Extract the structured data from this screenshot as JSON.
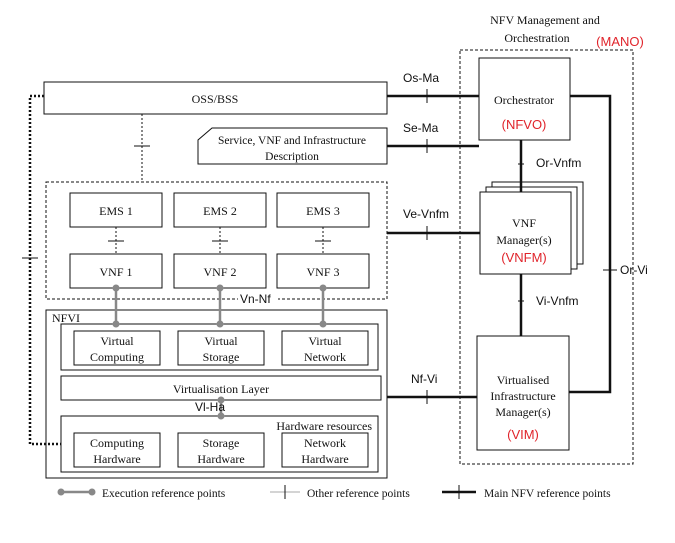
{
  "mano": {
    "title_line1": "NFV Management and",
    "title_line2": "Orchestration",
    "abbr": "(MANO)",
    "nfvo": {
      "label": "Orchestrator",
      "abbr": "(NFVO)"
    },
    "vnfm": {
      "line1": "VNF",
      "line2": "Manager(s)",
      "abbr": "(VNFM)"
    },
    "vim": {
      "line1": "Virtualised",
      "line2": "Infrastructure",
      "line3": "Manager(s)",
      "abbr": "(VIM)"
    }
  },
  "oss_bss": "OSS/BSS",
  "description": {
    "line1": "Service, VNF and Infrastructure",
    "line2": "Description"
  },
  "ems": [
    "EMS 1",
    "EMS 2",
    "EMS 3"
  ],
  "vnf": [
    "VNF 1",
    "VNF 2",
    "VNF 3"
  ],
  "nfvi": {
    "title": "NFVI",
    "virtual": [
      {
        "line1": "Virtual",
        "line2": "Computing"
      },
      {
        "line1": "Virtual",
        "line2": "Storage"
      },
      {
        "line1": "Virtual",
        "line2": "Network"
      }
    ],
    "virtualisation_layer": "Virtualisation Layer",
    "hardware_title": "Hardware resources",
    "hardware": [
      {
        "line1": "Computing",
        "line2": "Hardware"
      },
      {
        "line1": "Storage",
        "line2": "Hardware"
      },
      {
        "line1": "Network",
        "line2": "Hardware"
      }
    ]
  },
  "ref_points": {
    "os_ma": "Os-Ma",
    "se_ma": "Se-Ma",
    "ve_vnfm": "Ve-Vnfm",
    "or_vnfm": "Or-Vnfm",
    "vi_vnfm": "Vi-Vnfm",
    "or_vi": "Or-Vi",
    "nf_vi": "Nf-Vi",
    "vn_nf": "Vn-Nf",
    "vl_ha": "Vl-Ha"
  },
  "legend": {
    "execution": "Execution reference points",
    "other": "Other reference points",
    "main": "Main NFV reference points"
  },
  "colors": {
    "accent": "#e0242b",
    "line": "#111111",
    "execution": "#888888"
  }
}
